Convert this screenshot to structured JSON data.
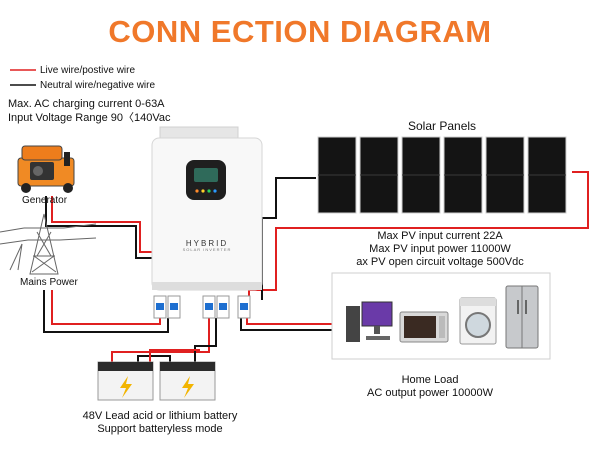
{
  "title": "CONN ECTION DIAGRAM",
  "legend": {
    "live": "Live wire/postive wire",
    "neutral": "Neutral wire/negative wire"
  },
  "ac_charging": {
    "line1": "Max. AC charging current 0-63A",
    "line2": "Input Voltage Range 90〈140Vac"
  },
  "generator_label": "Generator",
  "mains_label": "Mains Power",
  "solar_panels_label": "Solar Panels",
  "pv_specs": {
    "line1": "Max PV input current 22A",
    "line2": "Max PV input power 11000W",
    "line3": "ax PV open circuit voltage 500Vdc"
  },
  "inverter": {
    "brand": "HYBRID",
    "sub": "SOLAR INVERTER"
  },
  "home_load": {
    "line1": "Home Load",
    "line2": "AC output power 10000W"
  },
  "battery": {
    "line1": "48V Lead acid or lithium battery",
    "line2": "Support batteryless mode"
  },
  "colors": {
    "title": "#f0782a",
    "live_wire": "#e02020",
    "neutral_wire": "#111111",
    "breaker": "#1e6fd0",
    "battery_top": "#2b2b2b",
    "battery_body": "#f3f3f3",
    "battery_symbol": "#f2b400"
  },
  "icons": [
    "generator-icon",
    "transmission-tower-icon",
    "solar-panel-icon",
    "battery-icon",
    "computer-icon",
    "microwave-icon",
    "washing-machine-icon",
    "refrigerator-icon"
  ]
}
